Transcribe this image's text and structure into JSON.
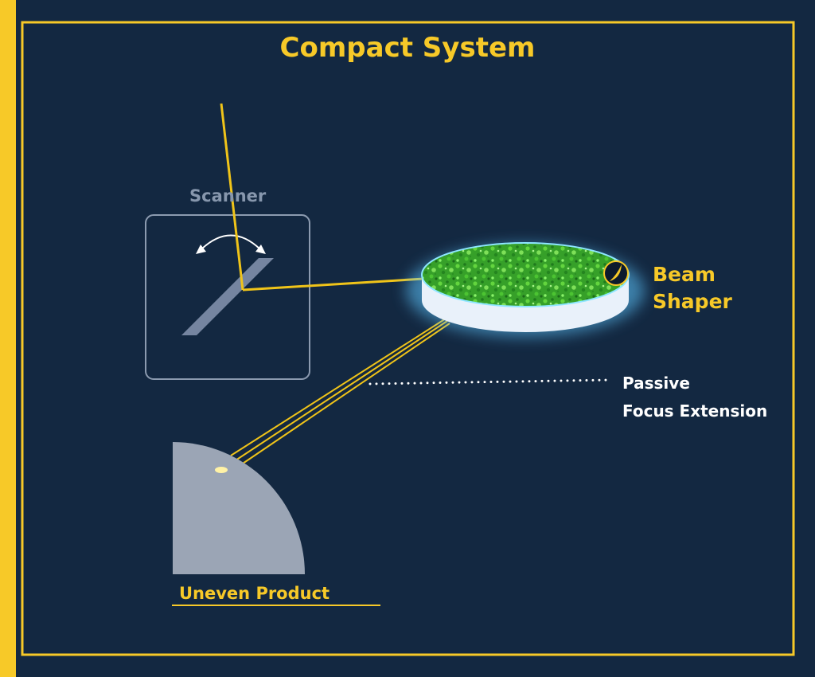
{
  "title": "Compact System",
  "labels": {
    "scanner": "Scanner",
    "beam_shaper_line1": "Beam",
    "beam_shaper_line2": "Shaper",
    "passive_line1": "Passive",
    "passive_line2": "Focus Extension",
    "uneven_product": "Uneven Product"
  },
  "colors": {
    "background": "#132841",
    "accent": "#f7c928",
    "beam": "#f0c419",
    "scanner_frame": "#8c9bb0",
    "scanner_text": "#8797ad",
    "mirror": "#7585a0",
    "product_fill": "#9ba5b5",
    "disk_top": "#3aa52a",
    "disk_side": "#e9f1fa",
    "glow": "#5ec8ff",
    "white_text": "#ffffff"
  },
  "icons": {
    "scanner_rotation": "curved-double-arrow-icon",
    "beam_shaper_badge": "crescent-lens-icon"
  }
}
